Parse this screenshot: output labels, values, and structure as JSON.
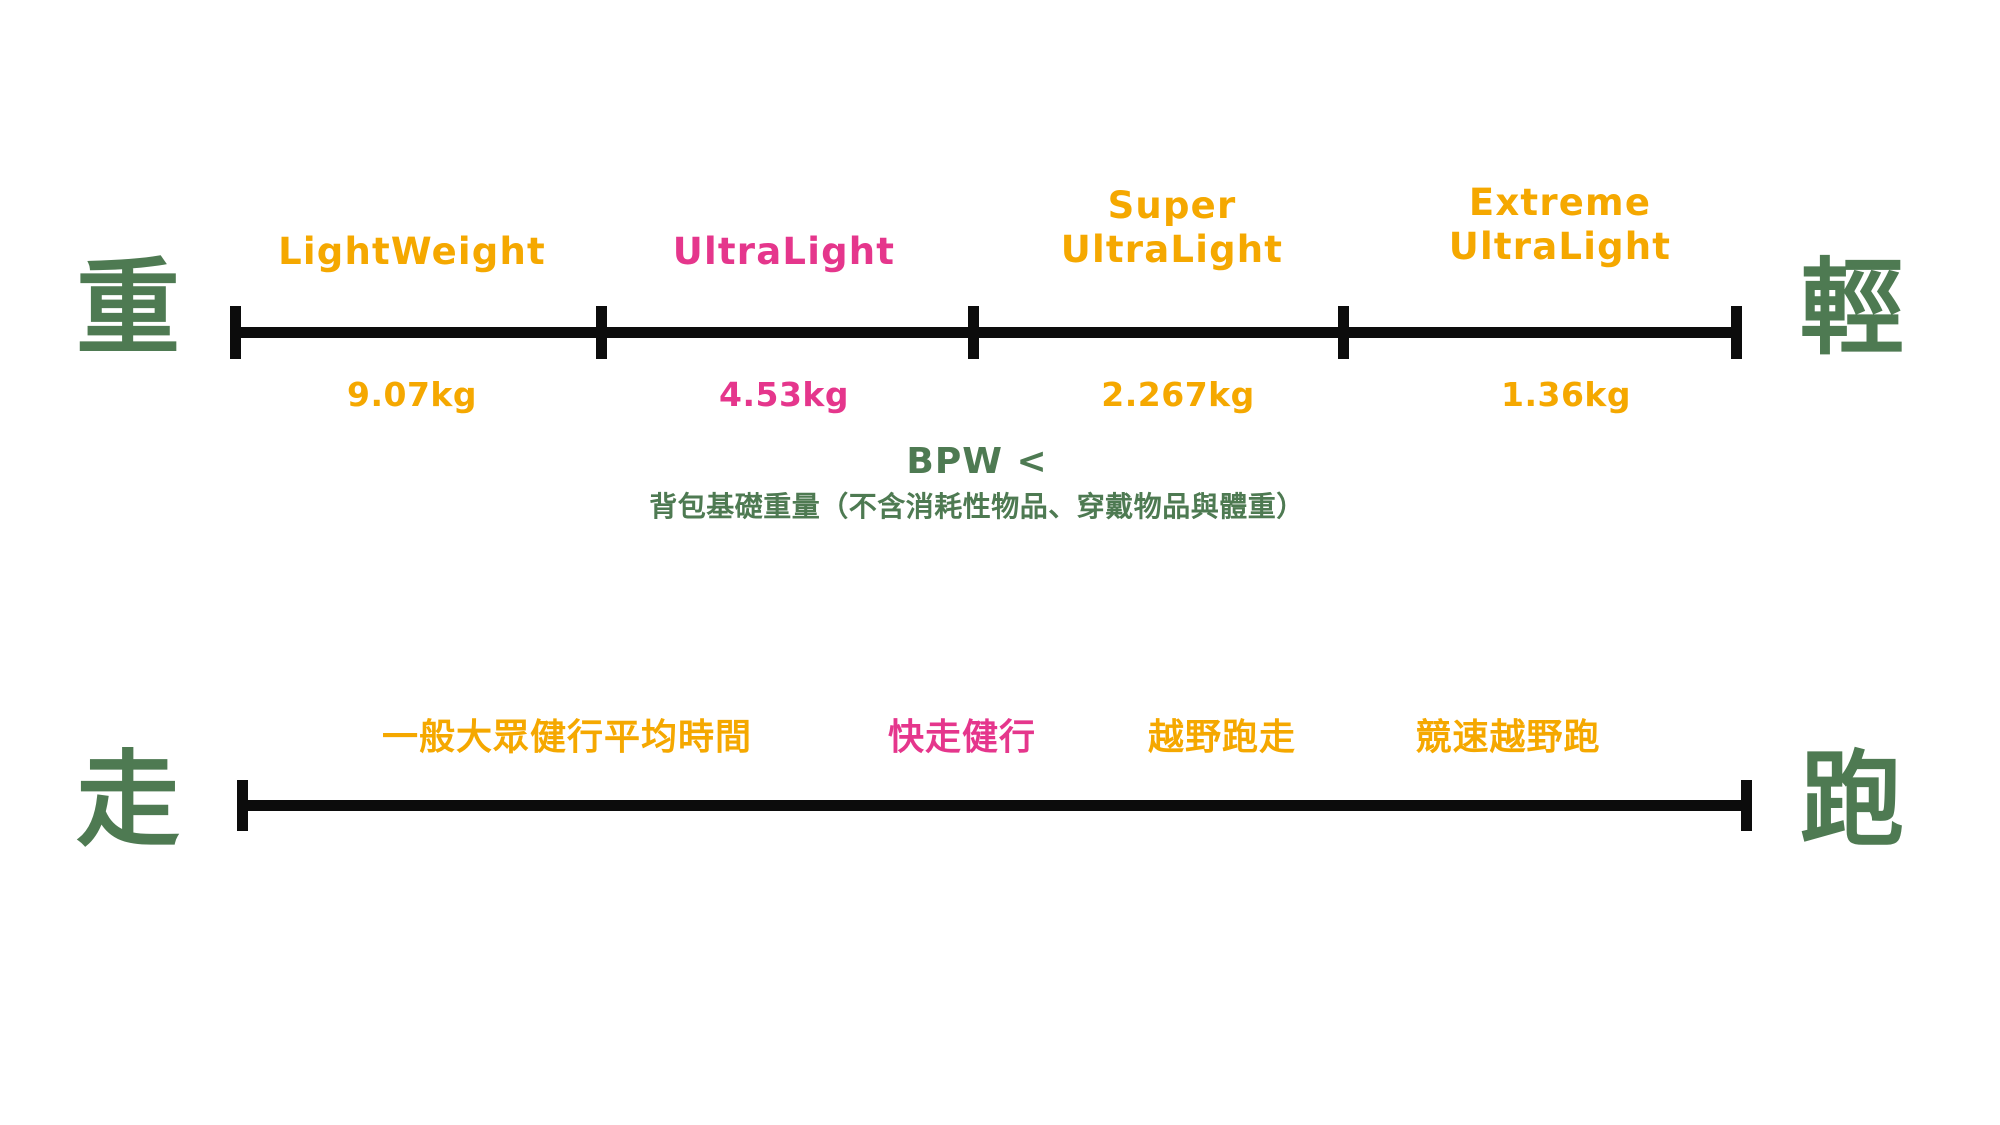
{
  "palette": {
    "orange": "#f5a800",
    "pink": "#e5368c",
    "green": "#4e7a52",
    "axis": "#0c0c0c",
    "background": "#ffffff"
  },
  "weight_scale": {
    "left_axis_label": "重",
    "right_axis_label": "輕",
    "categories": [
      {
        "line1": "LightWeight",
        "line2": "",
        "color_key": "orange"
      },
      {
        "line1": "UltraLight",
        "line2": "",
        "color_key": "pink"
      },
      {
        "line1": "Super",
        "line2": "UltraLight",
        "color_key": "orange"
      },
      {
        "line1": "Extreme",
        "line2": "UltraLight",
        "color_key": "orange"
      }
    ],
    "values": [
      {
        "text": "9.07kg",
        "color_key": "orange"
      },
      {
        "text": "4.53kg",
        "color_key": "pink"
      },
      {
        "text": "2.267kg",
        "color_key": "orange"
      },
      {
        "text": "1.36kg",
        "color_key": "orange"
      }
    ],
    "caption_title": "BPW <",
    "caption_subtitle": "背包基礎重量（不含消耗性物品、穿戴物品與體重）"
  },
  "pace_scale": {
    "left_axis_label": "走",
    "right_axis_label": "跑",
    "categories": [
      {
        "text": "一般大眾健行平均時間",
        "color_key": "orange"
      },
      {
        "text": "快走健行",
        "color_key": "pink"
      },
      {
        "text": "越野跑走",
        "color_key": "orange"
      },
      {
        "text": "競速越野跑",
        "color_key": "orange"
      }
    ]
  },
  "chart_data": {
    "type": "table",
    "title": "Backpacking Base Weight (BPW) classification scale",
    "axes": [
      {
        "name": "weight-scale",
        "left_end_label": "重",
        "right_end_label": "輕",
        "unit": "kg",
        "direction": "heavy-to-light",
        "tick_count": 5,
        "segments": [
          {
            "category": "LightWeight",
            "threshold": "9.07kg",
            "threshold_value": 9.07,
            "color": "#f5a800"
          },
          {
            "category": "UltraLight",
            "threshold": "4.53kg",
            "threshold_value": 4.53,
            "color": "#e5368c"
          },
          {
            "category": "Super UltraLight",
            "threshold": "2.267kg",
            "threshold_value": 2.267,
            "color": "#f5a800"
          },
          {
            "category": "Extreme UltraLight",
            "threshold": "1.36kg",
            "threshold_value": 1.36,
            "color": "#f5a800"
          }
        ],
        "note": "BPW < 背包基礎重量（不含消耗性物品、穿戴物品與體重）"
      },
      {
        "name": "pace-scale",
        "left_end_label": "走",
        "right_end_label": "跑",
        "direction": "walk-to-run",
        "tick_count": 0,
        "segments": [
          {
            "category": "一般大眾健行平均時間",
            "color": "#f5a800"
          },
          {
            "category": "快走健行",
            "color": "#e5368c"
          },
          {
            "category": "越野跑走",
            "color": "#f5a800"
          },
          {
            "category": "競速越野跑",
            "color": "#f5a800"
          }
        ]
      }
    ]
  }
}
